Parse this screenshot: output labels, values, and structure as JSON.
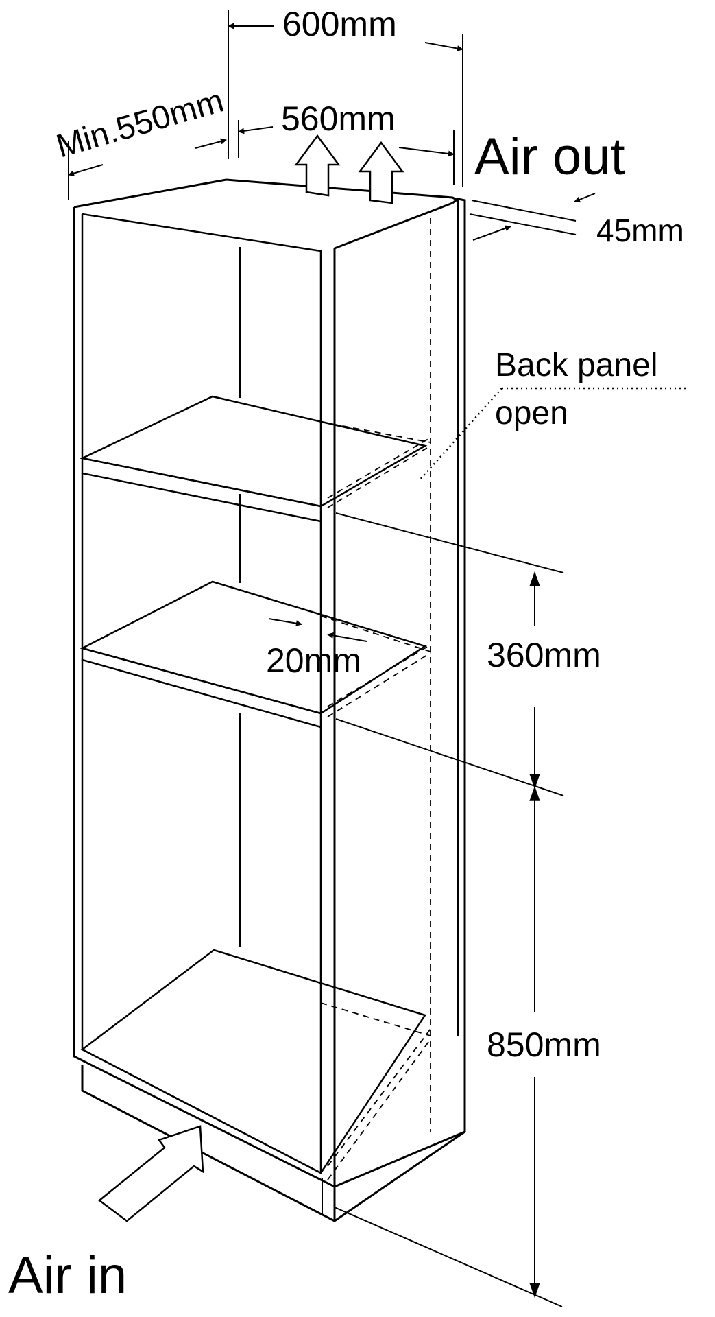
{
  "labels": {
    "width_total": "600mm",
    "width_inner": "560mm",
    "depth_min": "Min.550mm",
    "air_out": "Air out",
    "air_in": "Air in",
    "vent_gap": "45mm",
    "back_panel_line1": "Back panel",
    "back_panel_line2": "open",
    "shelf_gap": "20mm",
    "niche_height": "360mm",
    "base_height": "850mm"
  },
  "colors": {
    "line": "#000000",
    "background": "#ffffff",
    "arrow_fill": "#ffffff"
  }
}
